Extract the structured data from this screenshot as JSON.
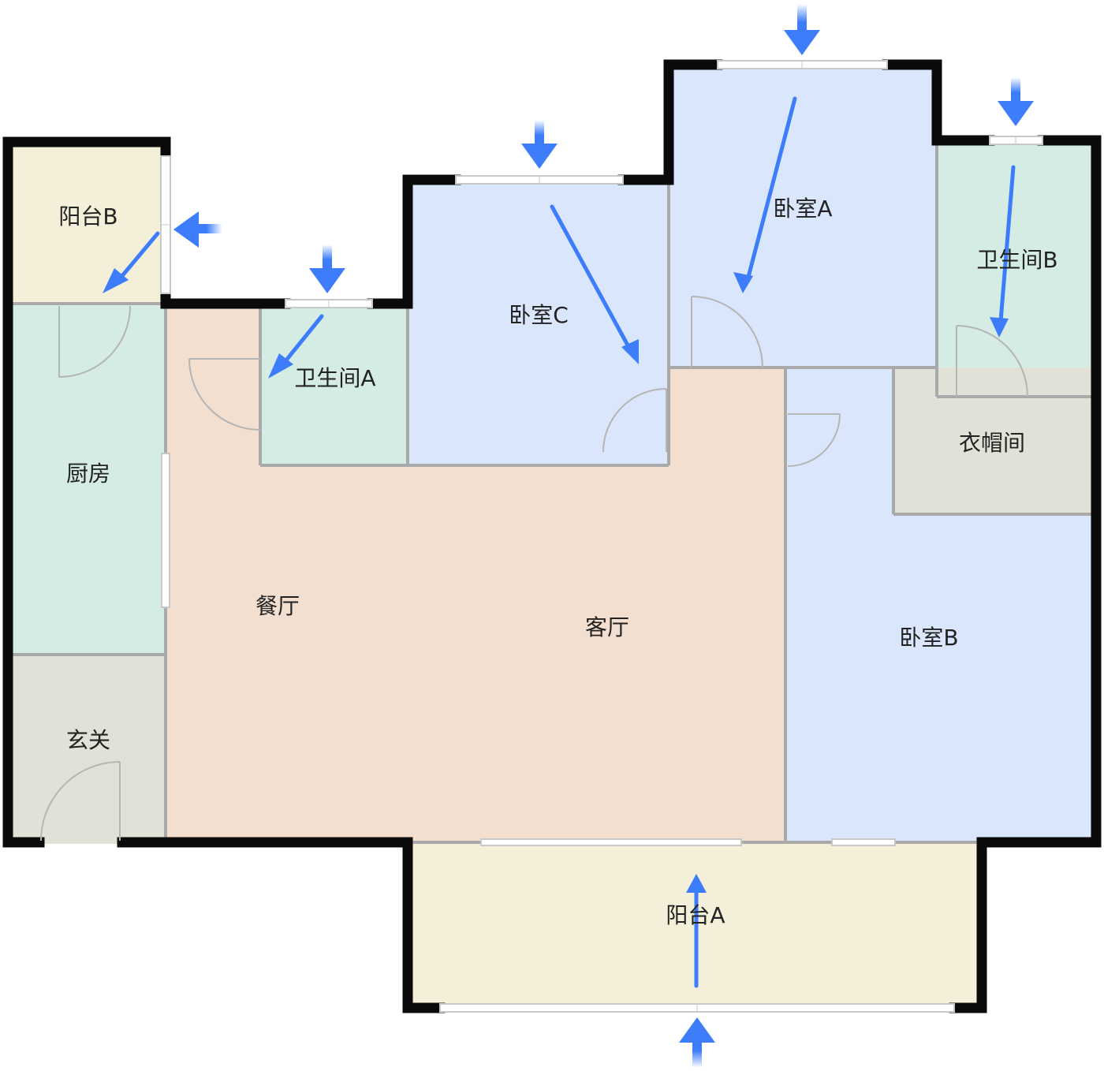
{
  "rooms": {
    "balcony_b": {
      "label": "阳台B",
      "color": "#f3efd8"
    },
    "kitchen": {
      "label": "厨房",
      "color": "#d4ece3"
    },
    "entrance": {
      "label": "玄关",
      "color": "#e1e1d7"
    },
    "dining": {
      "label": "餐厅",
      "color": "#f2dfcf"
    },
    "living": {
      "label": "客厅",
      "color": "#f2dfcf"
    },
    "bathroom_a": {
      "label": "卫生间A",
      "color": "#d4ece3"
    },
    "bedroom_c": {
      "label": "卧室C",
      "color": "#d9e6fb"
    },
    "bedroom_a": {
      "label": "卧室A",
      "color": "#d9e6fb"
    },
    "bathroom_b": {
      "label": "卫生间B",
      "color": "#d4ece3"
    },
    "cloakroom": {
      "label": "衣帽间",
      "color": "#e1e1d7"
    },
    "bedroom_b": {
      "label": "卧室B",
      "color": "#d9e6fb"
    },
    "balcony_a": {
      "label": "阳台A",
      "color": "#f3efd8"
    }
  },
  "colors": {
    "wall": "#0a0a0a",
    "inner_wall": "#a9a9a9",
    "arrow": "#3d7dfb",
    "window": "#d0d0d0"
  },
  "icons": [
    "light-arrow-icon",
    "airflow-arrow-icon",
    "door-swing-icon",
    "window-icon"
  ]
}
